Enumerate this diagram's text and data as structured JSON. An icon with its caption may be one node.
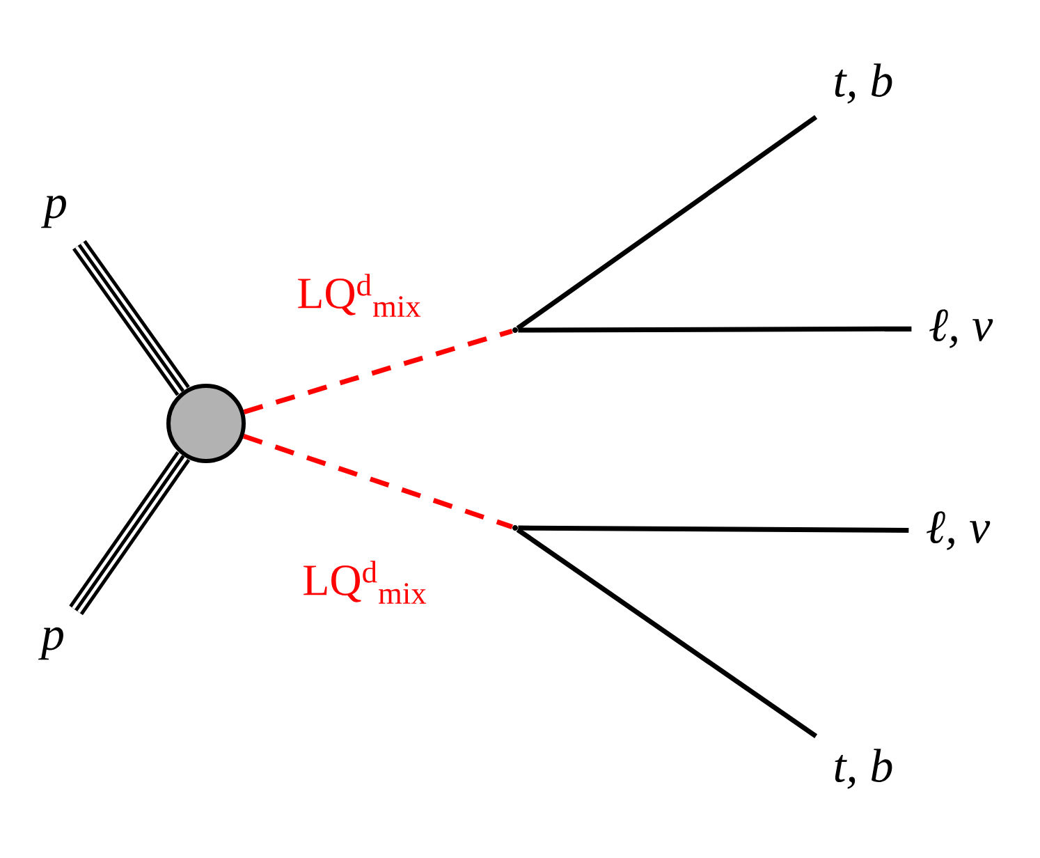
{
  "diagram": {
    "nodes": [
      {
        "text": [
          "p"
        ]
      },
      {
        "text": [
          "p"
        ]
      },
      {
        "text": [],
        "shape": "circle"
      },
      {
        "text": [],
        "shape": "point"
      },
      {
        "text": [],
        "shape": "point"
      },
      {
        "text": [
          "t, b"
        ]
      },
      {
        "text": [
          "ℓ, ν"
        ]
      },
      {
        "text": [
          "ℓ, ν"
        ]
      },
      {
        "text": [
          "t, b"
        ]
      }
    ],
    "edges": [
      {
        "from": 0,
        "to": 2,
        "arrow": "none",
        "style": "thick"
      },
      {
        "from": 1,
        "to": 2,
        "arrow": "none",
        "style": "thick"
      },
      {
        "from": 2,
        "to": 3,
        "arrow": "none",
        "style": "dashed",
        "color": "#ff0000",
        "label": "LQ$^{d}$$_{mix}$"
      },
      {
        "from": 2,
        "to": 4,
        "arrow": "none",
        "style": "dashed",
        "color": "#ff0000",
        "label": "LQ$^{d}$$_{mix}$"
      },
      {
        "from": 3,
        "to": 5,
        "arrow": "none"
      },
      {
        "from": 3,
        "to": 6,
        "arrow": "none"
      },
      {
        "from": 4,
        "to": 7,
        "arrow": "none"
      },
      {
        "from": 4,
        "to": 8,
        "arrow": "none"
      }
    ]
  }
}
